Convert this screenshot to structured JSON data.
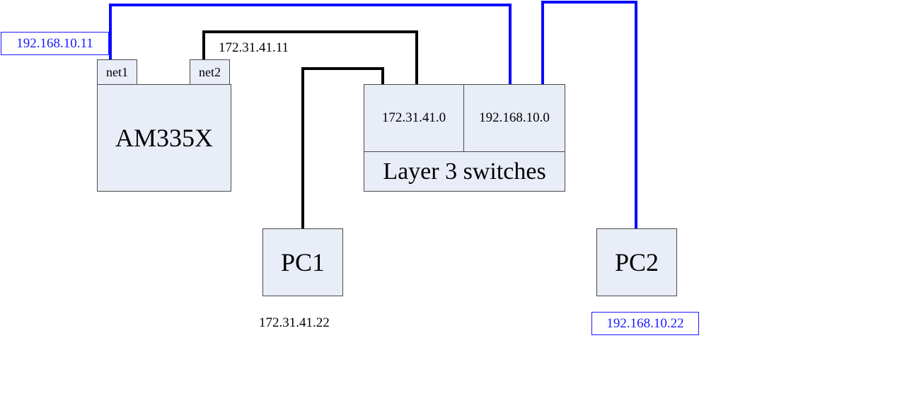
{
  "diagram": {
    "am335x": {
      "label": "AM335X",
      "ports": {
        "net1": "net1",
        "net2": "net2"
      },
      "net1_ip": "192.168.10.11",
      "net2_ip": "172.31.41.11"
    },
    "switch": {
      "label": "Layer 3 switches",
      "subnet_a": "172.31.41.0",
      "subnet_b": "192.168.10.0"
    },
    "pc1": {
      "label": "PC1",
      "ip": "172.31.41.22"
    },
    "pc2": {
      "label": "PC2",
      "ip": "192.168.10.22"
    },
    "colors": {
      "link_192": "#0a0aff",
      "link_172": "#000000",
      "box_fill": "#e8edf7",
      "ip_box_border": "#1a1aff"
    }
  }
}
